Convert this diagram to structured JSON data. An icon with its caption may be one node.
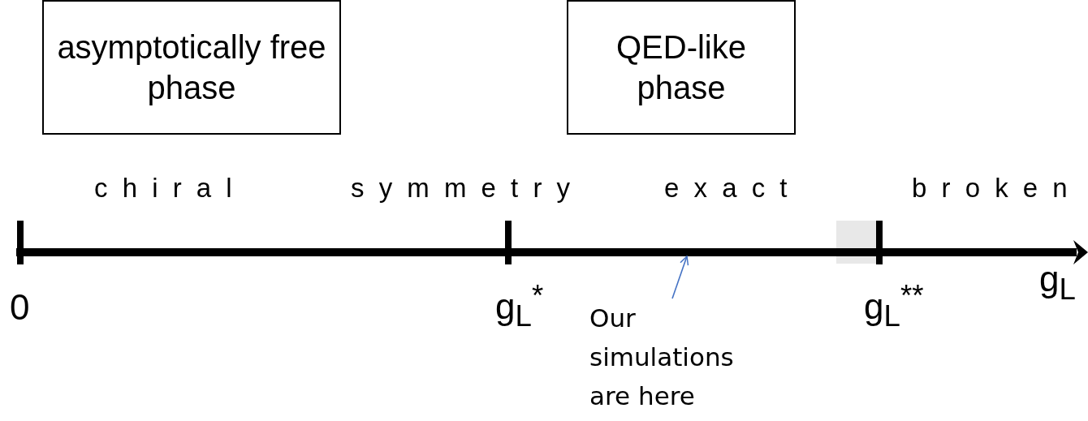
{
  "diagram": {
    "nodes": [
      {
        "text": [
          "asymptotically free phase"
        ]
      },
      {
        "text": [
          "QED-like phase"
        ]
      },
      {
        "text": [
          "Our simulations are here"
        ]
      },
      {
        "text": [],
        "shape": "line"
      }
    ],
    "edges": [
      {
        "from": 2,
        "to": 3,
        "arrow": "to",
        "color": "#4472c4"
      }
    ],
    "labels": [
      "chiral",
      "symmetry",
      "exact",
      "broken",
      "0",
      "g$_{L}$$^{*}$",
      "g$_{L}$$^{**}$",
      "g$_{L}$"
    ]
  }
}
